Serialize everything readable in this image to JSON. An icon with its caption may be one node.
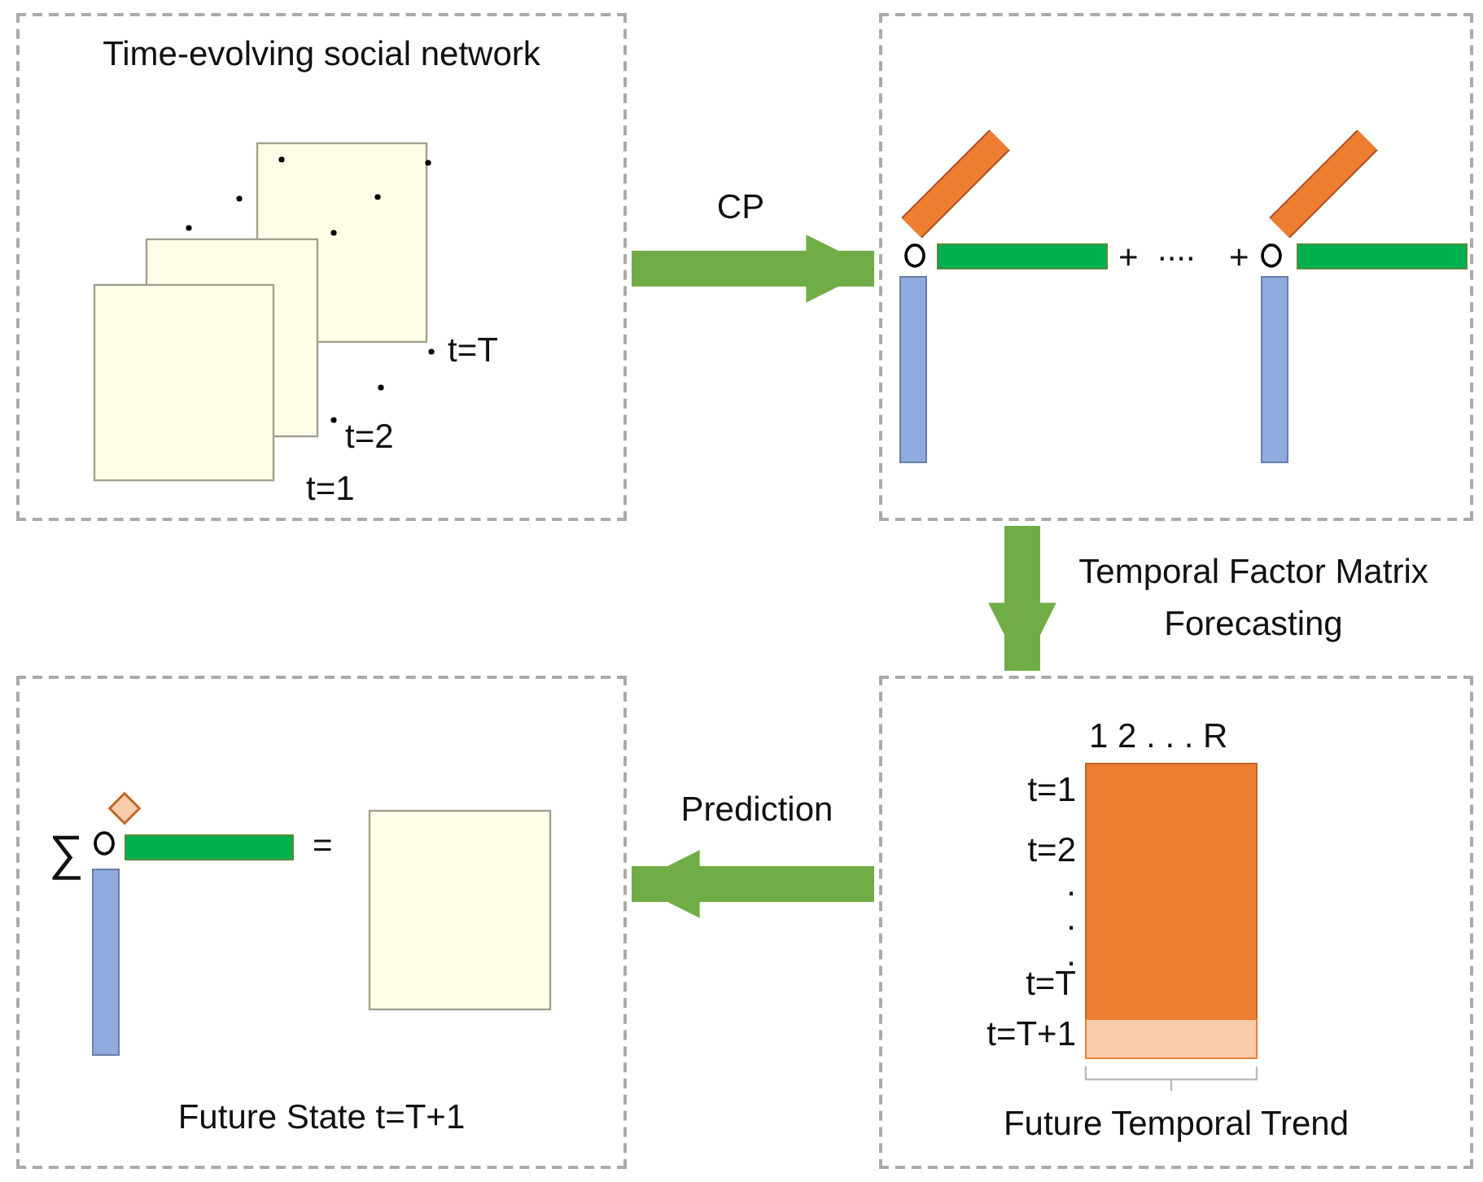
{
  "diagram": {
    "nodes": [
      {
        "text": [
          "Time-evolving social network"
        ]
      },
      {
        "text": [],
        "shape": "box"
      },
      {
        "text": [
          "Future State t=T+1"
        ]
      },
      {
        "text": [
          "Future Temporal Trend"
        ]
      }
    ],
    "edges": [
      {
        "from": 0,
        "to": 1,
        "arrow": "to",
        "label": "CP"
      },
      {
        "from": 1,
        "to": 3,
        "arrow": "to",
        "label": "Temporal Factor Matrix Forecasting"
      },
      {
        "from": 3,
        "to": 2,
        "arrow": "to",
        "label": "Prediction"
      }
    ],
    "labels": [
      "t=T",
      "t=2",
      "t=1",
      "+",
      "....",
      "+",
      "∑",
      "=",
      "1 2 . . . R",
      "t=1",
      "t=2",
      ".",
      ".",
      ".",
      "t=T",
      "t=T+1"
    ]
  }
}
